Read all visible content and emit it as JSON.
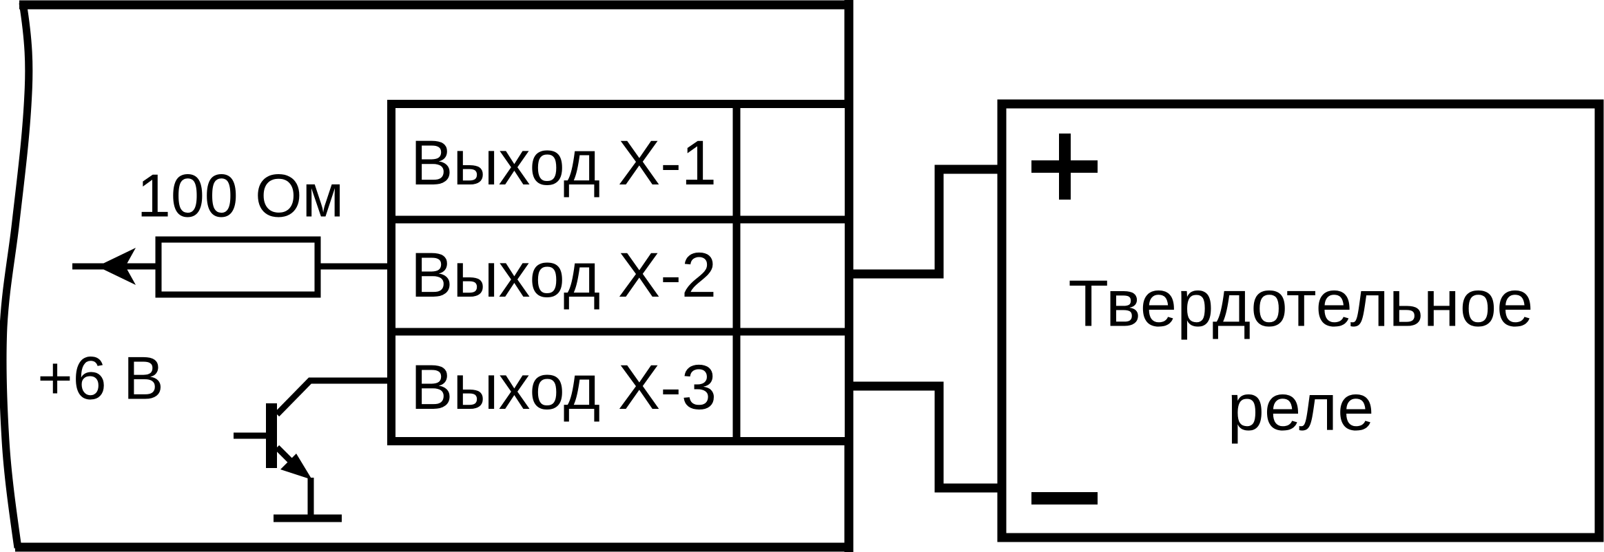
{
  "device": {
    "terminal_block": {
      "rows": [
        {
          "label": "Выход Х-1"
        },
        {
          "label": "Выход Х-2"
        },
        {
          "label": "Выход Х-3"
        }
      ]
    },
    "resistor": {
      "label": "100 Ом"
    },
    "supply": {
      "label": "+6 В"
    },
    "transistor": {
      "icon": "npn-transistor-icon"
    },
    "ground": {
      "icon": "ground-icon"
    }
  },
  "relay": {
    "plus_label": "+",
    "minus_label": "−",
    "name_line1": "Твердотельное",
    "name_line2": "реле"
  },
  "colors": {
    "line": "#000000",
    "background": "#ffffff"
  }
}
